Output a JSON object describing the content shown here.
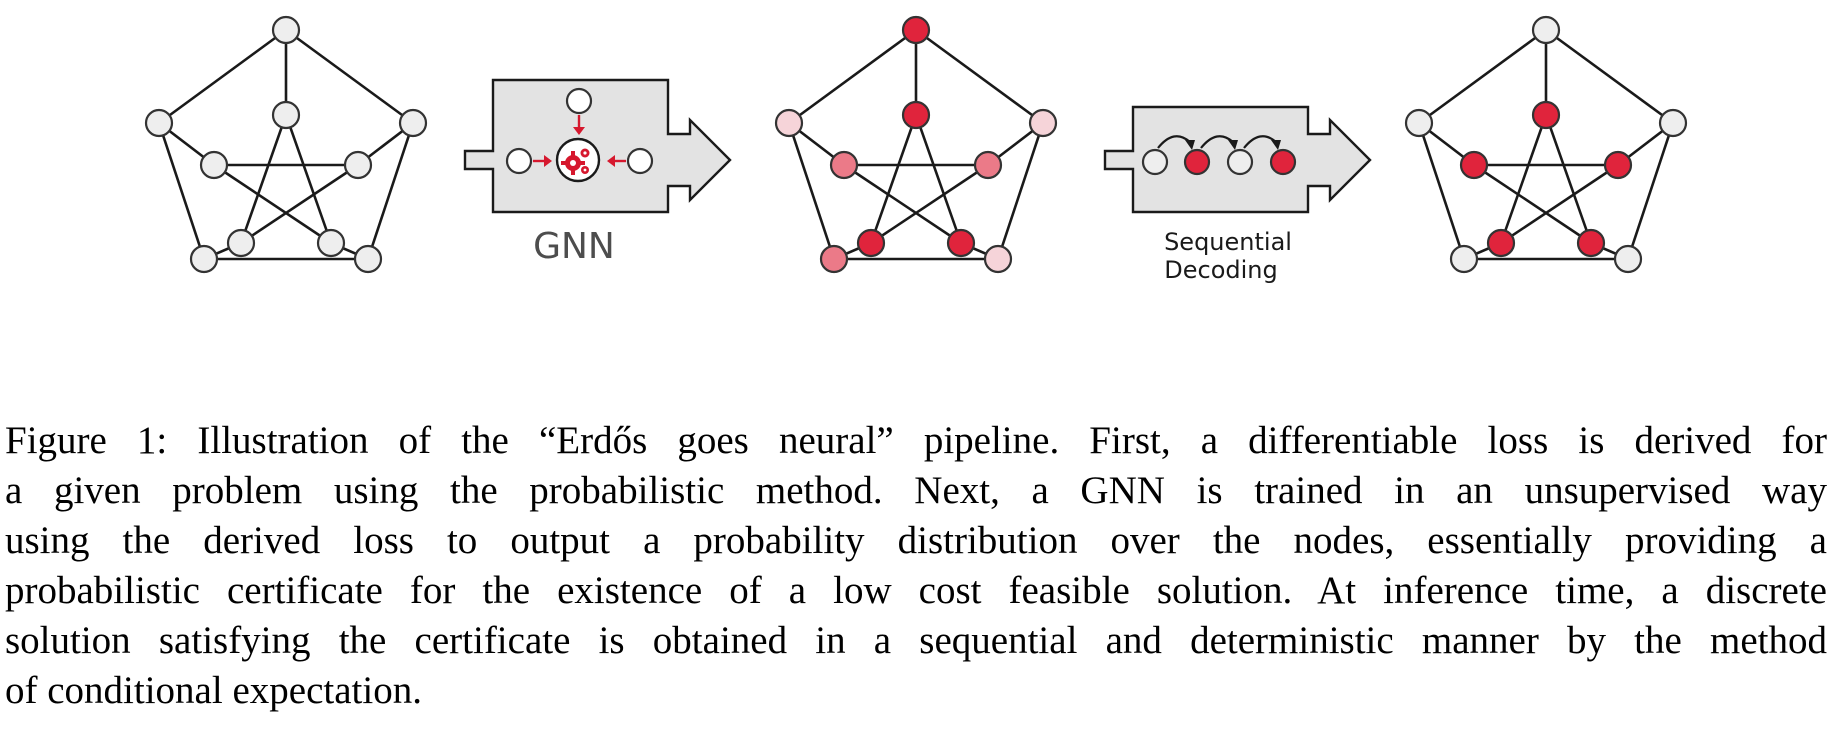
{
  "figure": {
    "gnn_label": "GNN",
    "seq_label_line1": "Sequential",
    "seq_label_line2": "Decoding",
    "colors": {
      "unselected": "#eeeeee",
      "selected": "#e0243c",
      "prob_high": "#e0243c",
      "prob_mid": "#eb7a88",
      "prob_low": "#f6d4d9",
      "box_fill": "#e3e3e3",
      "arrow_red": "#d6182e"
    },
    "input_graph": {
      "node_states": [
        "unselected",
        "unselected",
        "unselected",
        "unselected",
        "unselected",
        "unselected",
        "unselected",
        "unselected",
        "unselected",
        "unselected"
      ]
    },
    "probability_graph": {
      "node_states": [
        "prob_high",
        "prob_low",
        "prob_low",
        "prob_mid",
        "prob_low",
        "prob_high",
        "prob_mid",
        "prob_mid",
        "prob_high",
        "prob_high"
      ]
    },
    "decoded_graph": {
      "node_states": [
        "unselected",
        "unselected",
        "unselected",
        "unselected",
        "unselected",
        "selected",
        "selected",
        "selected",
        "selected",
        "selected"
      ]
    }
  },
  "caption": {
    "lines": [
      "Figure 1: Illustration of the “Erdős goes neural” pipeline. First, a differentiable loss is derived for",
      "a given problem using the probabilistic method.  Next, a GNN is trained in an unsupervised way",
      "using the derived loss to output a probability distribution over the nodes, essentially providing a",
      "probabilistic certificate for the existence of a low cost feasible solution. At inference time, a discrete",
      "solution satisfying the certificate is obtained in a sequential and deterministic manner by the method",
      "of conditional expectation."
    ]
  }
}
